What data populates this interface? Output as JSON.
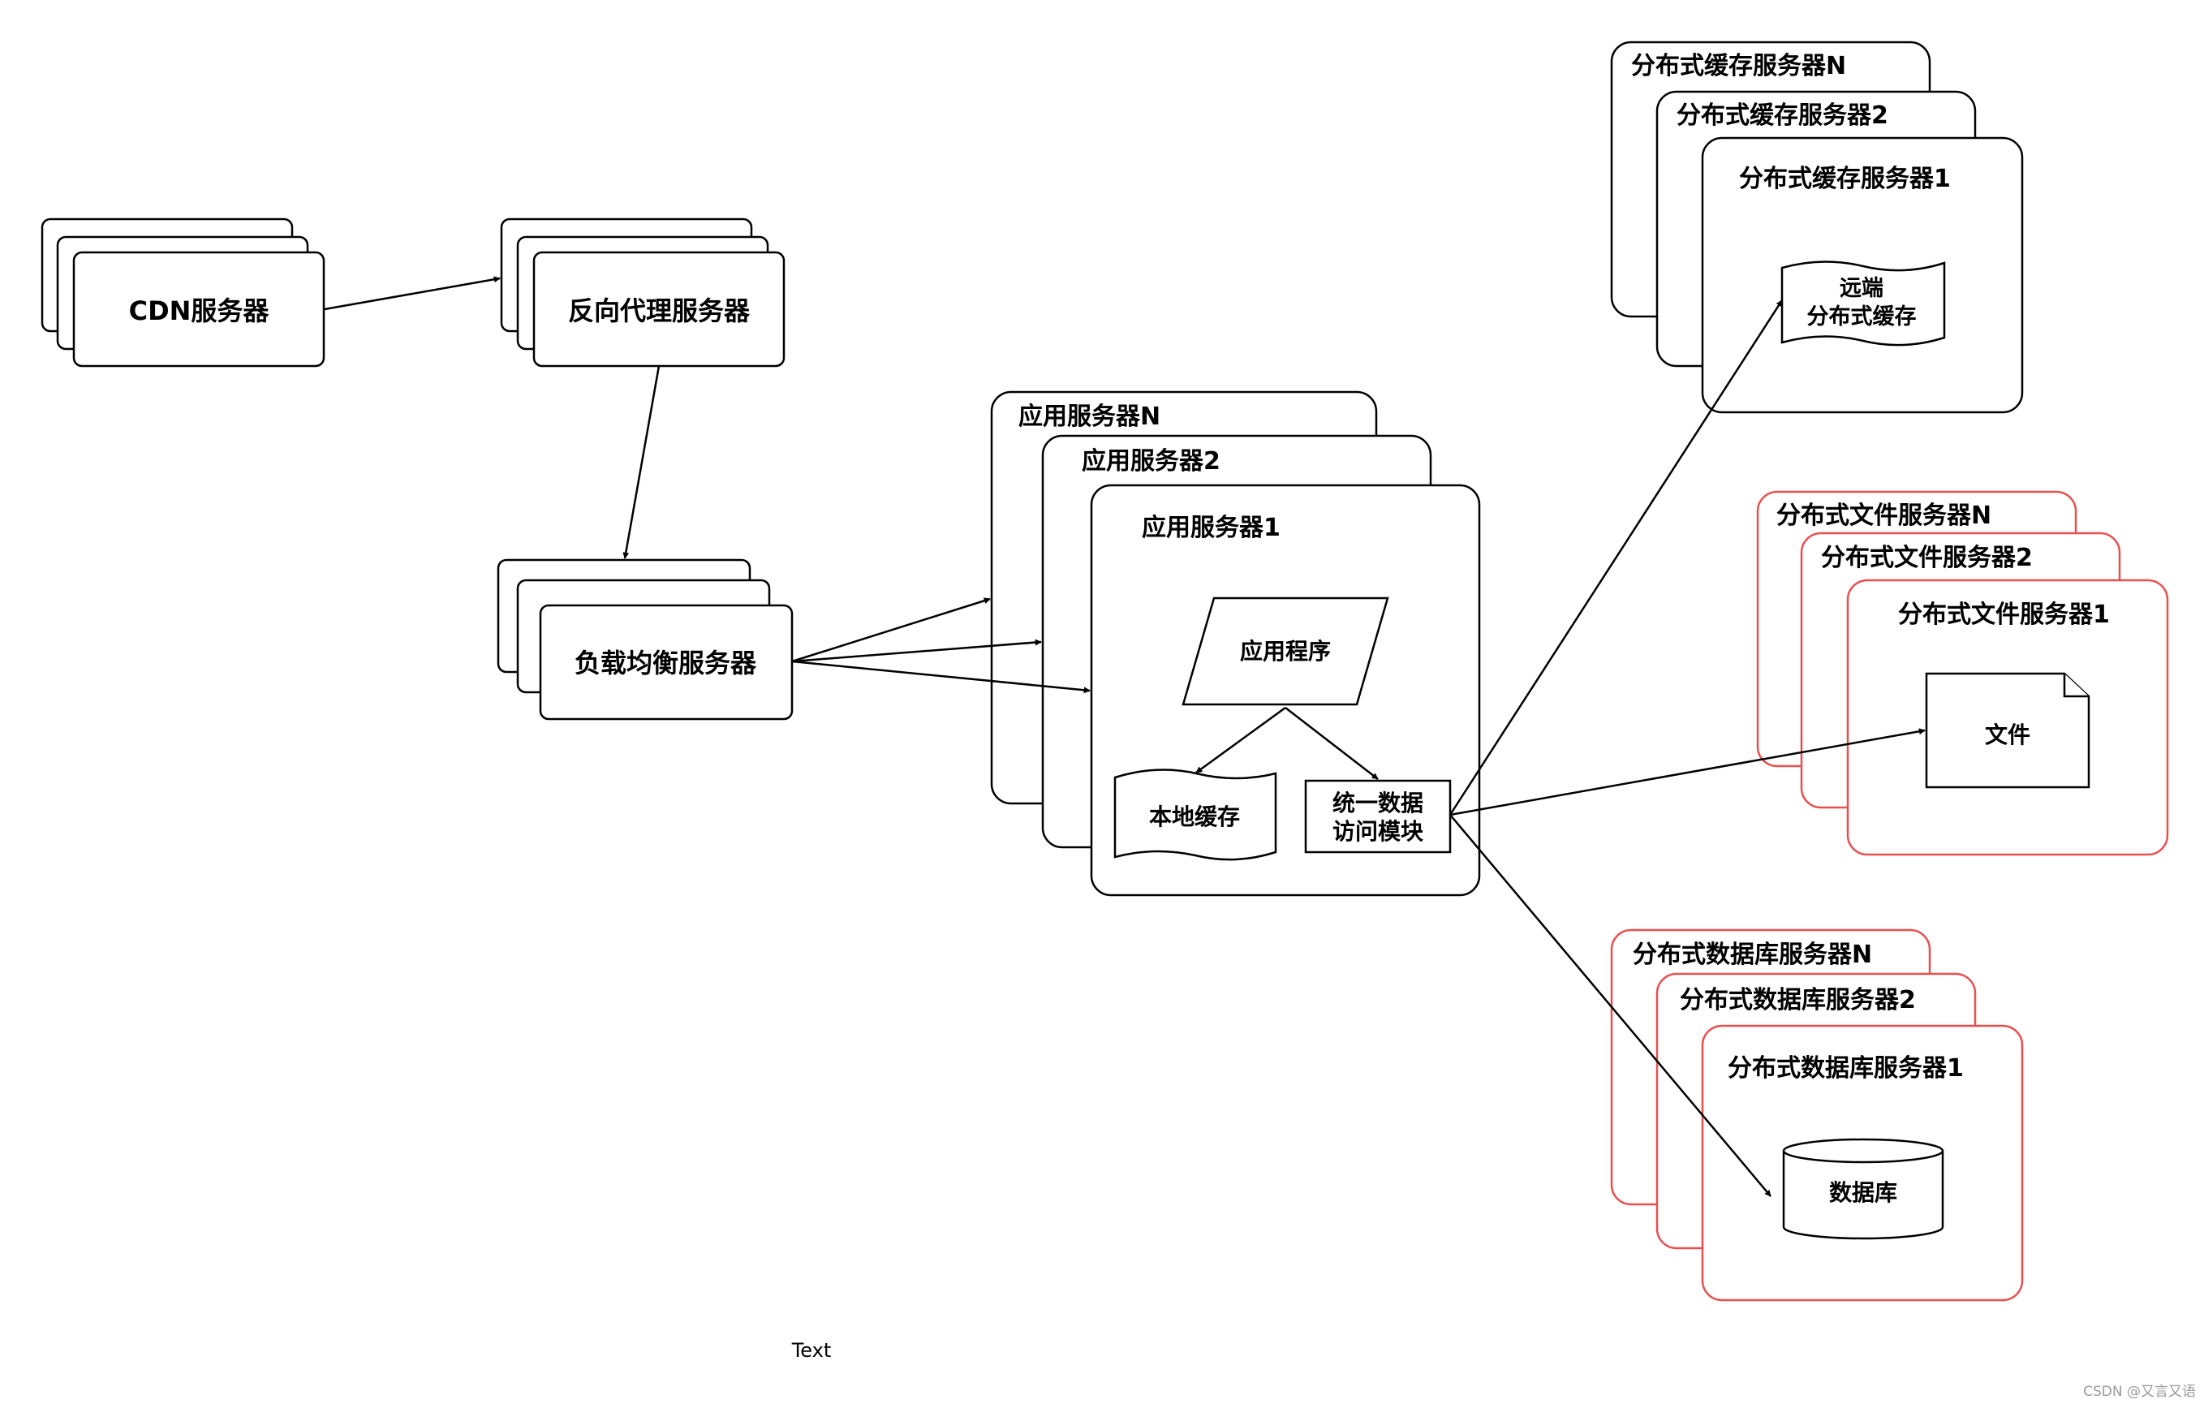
{
  "diagram": {
    "cdn": "CDN服务器",
    "reverse_proxy": "反向代理服务器",
    "load_balancer": "负载均衡服务器",
    "app_server_n": "应用服务器N",
    "app_server_2": "应用服务器2",
    "app_server_1": "应用服务器1",
    "application": "应用程序",
    "local_cache": "本地缓存",
    "data_access_line1": "统一数据",
    "data_access_line2": "访问模块",
    "cache_server_n": "分布式缓存服务器N",
    "cache_server_2": "分布式缓存服务器2",
    "cache_server_1": "分布式缓存服务器1",
    "remote_cache_line1": "远端",
    "remote_cache_line2": "分布式缓存",
    "file_server_n": "分布式文件服务器N",
    "file_server_2": "分布式文件服务器2",
    "file_server_1": "分布式文件服务器1",
    "file": "文件",
    "db_server_n": "分布式数据库服务器N",
    "db_server_2": "分布式数据库服务器2",
    "db_server_1": "分布式数据库服务器1",
    "database": "数据库",
    "free_text": "Text",
    "watermark": "CSDN @又言又语"
  },
  "colors": {
    "stroke": "#000000",
    "red_stroke": "#e8504f",
    "watermark": "#9a9a9a"
  }
}
